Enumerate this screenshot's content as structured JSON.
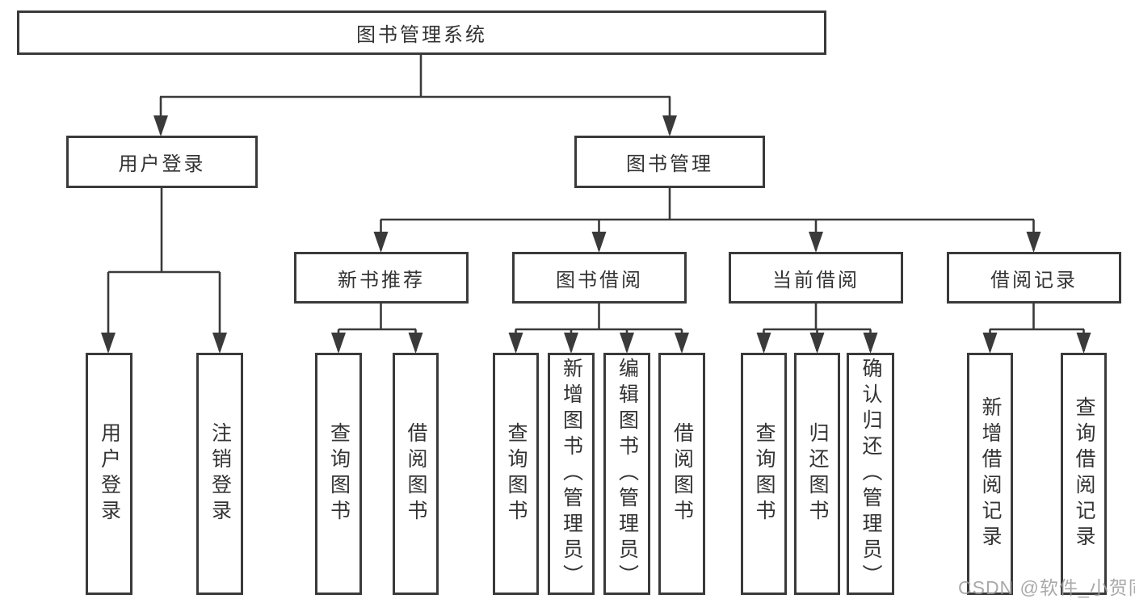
{
  "title": "图书管理系统",
  "branches": {
    "user_login": {
      "label": "用户登录",
      "children": [
        "用户登录",
        "注销登录"
      ]
    },
    "book_mgmt": {
      "label": "图书管理",
      "sections": [
        {
          "label": "新书推荐",
          "children": [
            "查询图书",
            "借阅图书"
          ]
        },
        {
          "label": "图书借阅",
          "children": [
            "查询图书",
            "新增图书（管理员）",
            "编辑图书（管理员）",
            "借阅图书"
          ]
        },
        {
          "label": "当前借阅",
          "children": [
            "查询图书",
            "归还图书",
            "确认归还（管理员）"
          ]
        },
        {
          "label": "借阅记录",
          "children": [
            "新增借阅记录",
            "查询借阅记录"
          ]
        }
      ]
    }
  },
  "watermark": "CSDN @软件_小贺同学",
  "colors": {
    "line": "#3a3a3a",
    "text": "#333333",
    "bg": "#ffffff",
    "watermark": "#9b9b9b"
  }
}
